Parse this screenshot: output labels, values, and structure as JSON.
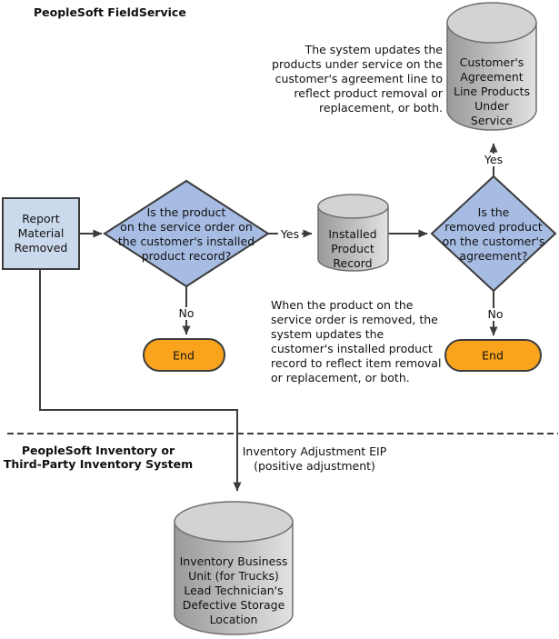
{
  "title": {
    "fieldservice": "PeopleSoft FieldService",
    "inventory_section": "PeopleSoft Inventory or\nThird-Party Inventory System"
  },
  "notes": {
    "agreement_update": "The system updates the\nproducts under service on the\ncustomer's agreement line to\nreflect product removal or\nreplacement, or both.",
    "installed_update": "When the product on the\nservice order is removed, the\nsystem updates the\ncustomer's installed product\nrecord to reflect item removal\nor replacement, or both.",
    "eip": "Inventory Adjustment EIP\n(positive adjustment)"
  },
  "nodes": {
    "report": "Report\nMaterial\nRemoved",
    "decision_installed": "Is the product\non the service order on\nthe customer's installed\nproduct record?",
    "installed_record": "Installed\nProduct\nRecord",
    "decision_agreement": "Is the\nremoved product\non the customer's\nagreement?",
    "agreement_products": "Customer's\nAgreement\nLine Products\nUnder\nService",
    "inventory_unit": "Inventory Business\nUnit (for Trucks)\nLead Technician's\nDefective Storage\nLocation",
    "end": "End"
  },
  "edge_labels": {
    "yes": "Yes",
    "no": "No"
  },
  "colors": {
    "process_box": "#cbd9ed",
    "decision": "#a6bce2",
    "terminator": "#faa41e",
    "cylinder_dark": "#9a9a9a",
    "cylinder_light": "#e2e2e2",
    "cylinder_top": "#d3d3d3",
    "line": "#3c3c3c"
  }
}
